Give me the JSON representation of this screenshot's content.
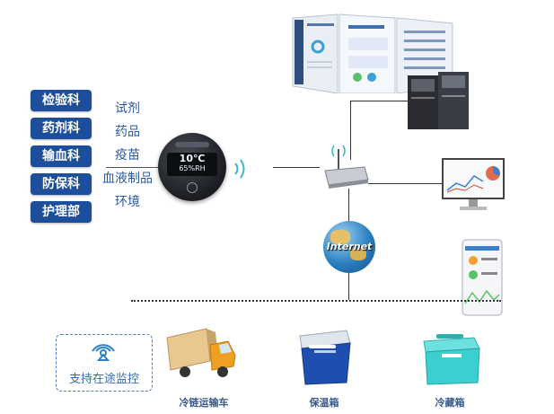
{
  "departments": [
    {
      "label": "检验科"
    },
    {
      "label": "药剂科"
    },
    {
      "label": "输血科"
    },
    {
      "label": "防保科"
    },
    {
      "label": "护理部"
    }
  ],
  "monitored_items": [
    "试剂",
    "药品",
    "疫苗",
    "血液制品",
    "环境"
  ],
  "sensor": {
    "temperature": "10℃",
    "humidity": "65%RH"
  },
  "internet_label": "Internet",
  "transport": {
    "monitor_label": "支持在途监控",
    "vehicles": [
      {
        "label": "冷链运输车",
        "icon": "truck-icon"
      },
      {
        "label": "保温箱",
        "icon": "insulated-box-icon"
      },
      {
        "label": "冷藏箱",
        "icon": "cooler-box-icon"
      }
    ]
  },
  "colors": {
    "dept_bg": "#1d4e9a",
    "item_text": "#2a5aa0",
    "accent": "#2e7fc4"
  }
}
